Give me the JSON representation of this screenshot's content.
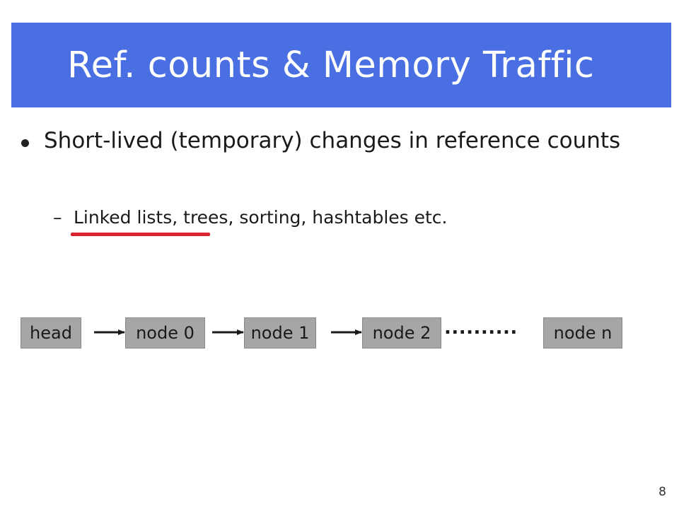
{
  "slide": {
    "title": "Ref. counts & Memory Traffic",
    "bullet": {
      "text": "Short-lived (temporary) changes in reference counts",
      "sub_marker": "–",
      "sub_text": "Linked lists, trees, sorting, hashtables etc.",
      "underline_color": "#d9232e"
    },
    "diagram": {
      "nodes": [
        "head",
        "node 0",
        "node 1",
        "node 2",
        "node n"
      ],
      "ellipsis": "..........",
      "node_color": "#a6a6a6"
    },
    "page_number": "8"
  },
  "colors": {
    "title_bar": "#4a6fe3",
    "title_text": "#ffffff"
  }
}
